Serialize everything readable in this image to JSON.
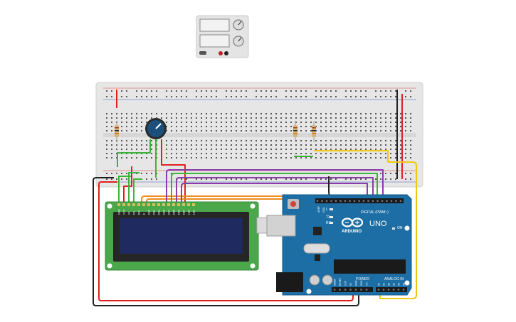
{
  "arduino": {
    "brand": "ARDUINO",
    "model": "UNO",
    "digital_label": "DIGITAL (PWM~)",
    "power_label": "POWER",
    "analog_label": "ANALOG IN",
    "on_label": "ON",
    "tx_label": "TX",
    "rx_label": "RX",
    "l_label": "L",
    "aref_label": "AREF",
    "gnd_label": "GND",
    "power_pins": [
      "IOREF",
      "RESET",
      "3.3V",
      "5V",
      "GND",
      "GND",
      "Vin"
    ],
    "analog_pins": [
      "A0",
      "A1",
      "A2",
      "A3",
      "A4",
      "A5"
    ]
  },
  "lcd": {
    "pin_labels": [
      "GND",
      "VCC",
      "V0",
      "RS",
      "RW",
      "E",
      "DB0",
      "DB1",
      "DB2",
      "DB3",
      "DB4",
      "DB5",
      "DB6",
      "DB7",
      "LED",
      "LED"
    ]
  },
  "colors": {
    "breadboard": "#e6e6e6",
    "arduino_board": "#1c6ea4",
    "lcd_pcb": "#4aa84a",
    "lcd_screen": "#1e2a60",
    "wire_red": "#e02020",
    "wire_black": "#222222",
    "wire_green": "#3cb43c",
    "wire_orange": "#f08c1e",
    "wire_purple": "#8a3ca8",
    "wire_yellow": "#f0c814",
    "potentiometer": "#1c4f7c"
  }
}
